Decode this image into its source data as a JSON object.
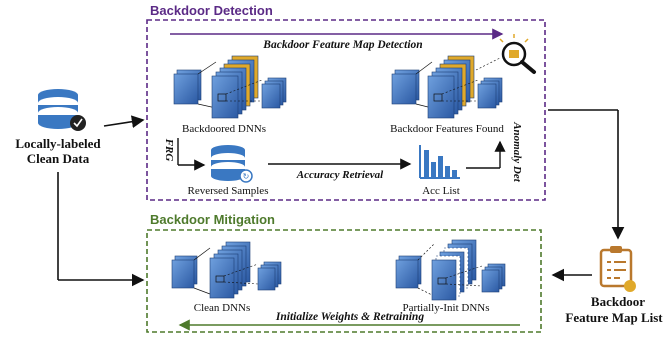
{
  "sections": {
    "detection": {
      "title": "Backdoor Detection",
      "color": "#5b2a86"
    },
    "mitigation": {
      "title": "Backdoor Mitigation",
      "color": "#4e7a2c"
    }
  },
  "nodes": {
    "clean_data_line1": "Locally-labeled",
    "clean_data_line2": "Clean Data",
    "backdoored_dnns": "Backdoored DNNs",
    "features_found": "Backdoor Features Found",
    "reversed_samples": "Reversed Samples",
    "acc_list": "Acc List",
    "clean_dnns": "Clean DNNs",
    "partially_init_dnns": "Partially-Init DNNs",
    "feature_map_list_line1": "Backdoor",
    "feature_map_list_line2": "Feature Map List"
  },
  "edges": {
    "feature_map_detection": "Backdoor Feature Map Detection",
    "frg": "FRG",
    "accuracy_retrieval": "Accuracy Retrieval",
    "anomaly_det": "Anomaly Det",
    "initialize_retraining": "Initialize Weights & Retraining"
  },
  "colors": {
    "accent_blue": "#3a78c2",
    "stack_blue": "#2f5fa8",
    "trigger_yellow": "#e0a92a",
    "icon_brown": "#b9782d"
  }
}
